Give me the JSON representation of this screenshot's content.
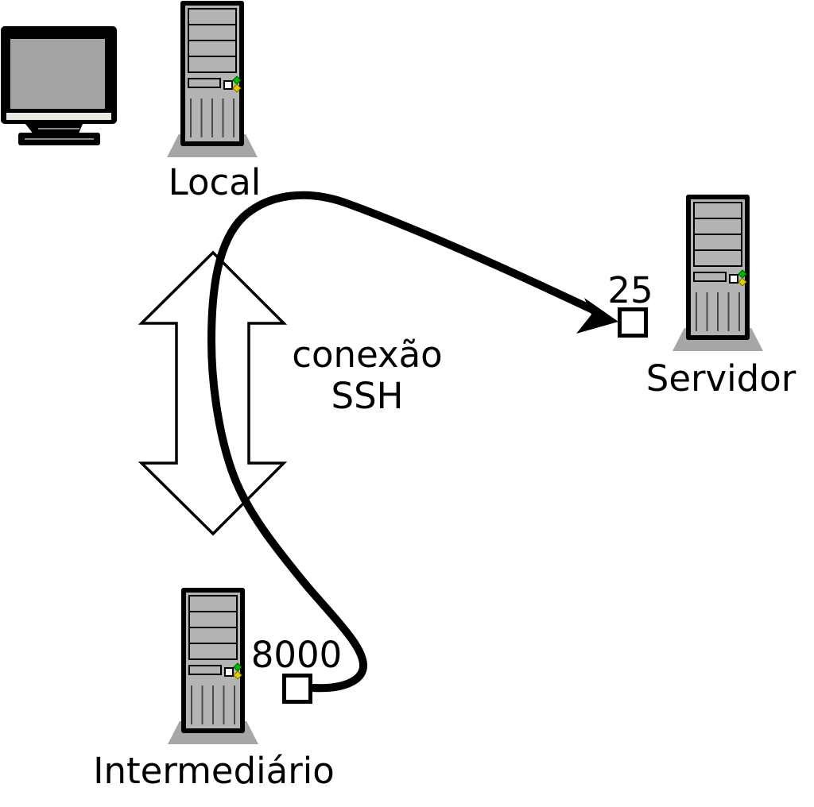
{
  "diagram": {
    "nodes": {
      "local": {
        "label": "Local"
      },
      "servidor": {
        "label": "Servidor",
        "port_label": "25"
      },
      "intermediario": {
        "label": "Intermediário",
        "port_label": "8000"
      }
    },
    "connection": {
      "label_line1": "conexão",
      "label_line2": "SSH"
    },
    "colors": {
      "background": "#ffffff",
      "line": "#000000",
      "arrow_fill": "#ffffff",
      "tower_body": "#b4b4b4",
      "tower_base": "#a6a6a6",
      "monitor_screen": "#a4a4a4",
      "monitor_strip": "#e8e8e0",
      "led_green": "#00bb00",
      "led_yellow": "#e2d000"
    }
  }
}
